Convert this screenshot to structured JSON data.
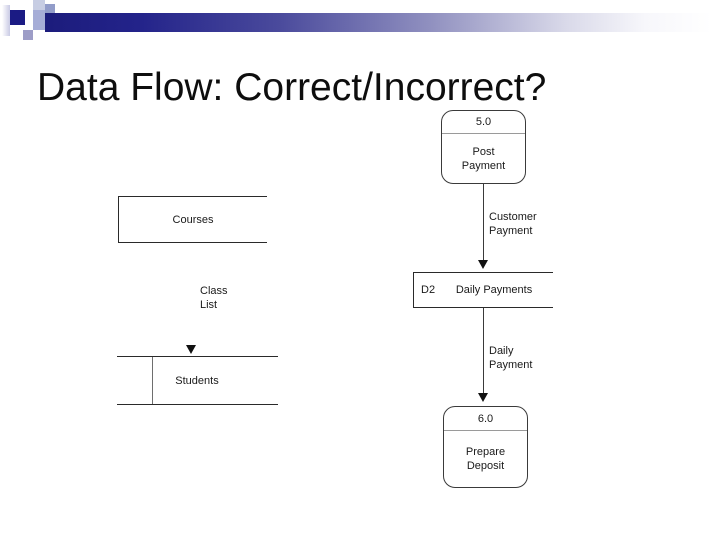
{
  "slide": {
    "title": "Data Flow: Correct/Incorrect?"
  },
  "diagram": {
    "courses_store": {
      "label": "Courses"
    },
    "class_list_flow": {
      "label": "Class\nList"
    },
    "students_store": {
      "label": "Students"
    },
    "post_payment_process": {
      "number": "5.0",
      "name": "Post\nPayment"
    },
    "customer_payment_flow": {
      "label": "Customer\nPayment"
    },
    "daily_payments_store": {
      "id": "D2",
      "label": "Daily Payments"
    },
    "daily_payment_flow": {
      "label": "Daily\nPayment"
    },
    "prepare_deposit_process": {
      "number": "6.0",
      "name": "Prepare\nDeposit"
    }
  },
  "icons": {
    "flow_arrowhead": "down-triangle"
  },
  "colors": {
    "slide_background": "#ffffff",
    "title_text": "#0e0e0e",
    "accent_navy": "#1b1b84",
    "deco_lavender": "#a6add7",
    "diagram_line": "#2a2a2a",
    "diagram_text": "#1a1a1a"
  }
}
